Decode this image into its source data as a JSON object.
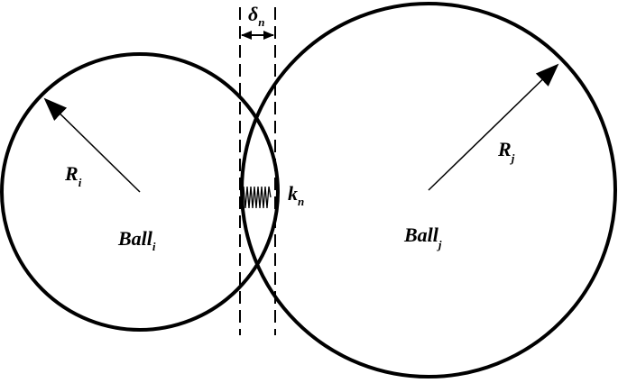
{
  "diagram": {
    "ball_i": {
      "label": "Ball",
      "sub": "i"
    },
    "ball_j": {
      "label": "Ball",
      "sub": "j"
    },
    "radius_i": {
      "label": "R",
      "sub": "i"
    },
    "radius_j": {
      "label": "R",
      "sub": "j"
    },
    "overlap": {
      "label": "δ",
      "sub": "n"
    },
    "stiffness": {
      "label": "k",
      "sub": "n"
    }
  },
  "colors": {
    "stroke": "#000000",
    "background": "#ffffff"
  }
}
